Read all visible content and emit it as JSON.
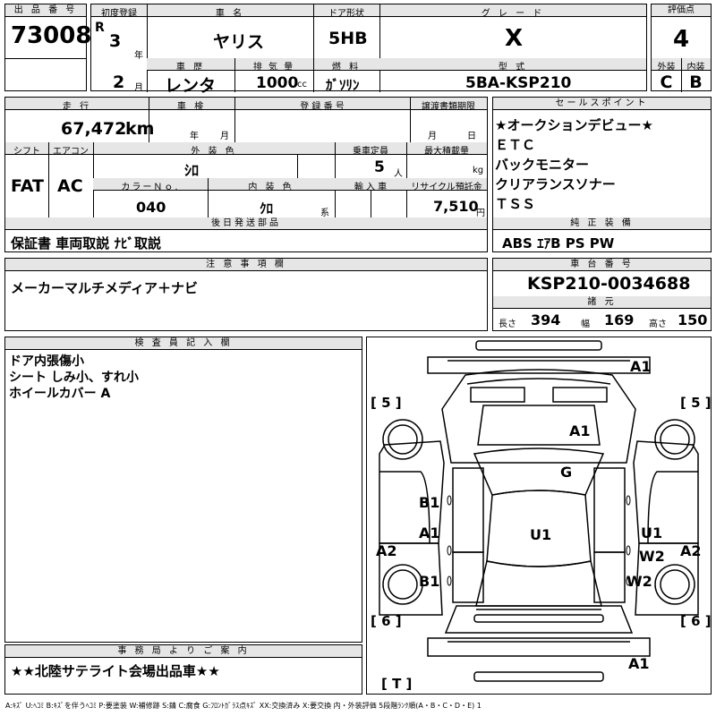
{
  "labels": {
    "lot_no": "出 品 番 号",
    "first_reg": "初度登録",
    "car_name": "車  名",
    "door": "ドア形状",
    "grade": "グ レ ー ド",
    "score": "評価点",
    "history": "車  歴",
    "displacement": "排 気 量",
    "fuel": "燃  料",
    "model_type": "型  式",
    "exterior": "外装",
    "interior": "内装",
    "mileage": "走  行",
    "inspection": "車  検",
    "reg_no": "登 録 番 号",
    "transfer": "譲渡書類期限",
    "sales_point": "セールスポイント",
    "shift": "シフト",
    "aircon": "エアコン",
    "ext_color": "外 装 色",
    "capacity": "乗車定員",
    "max_load": "最大積載量",
    "color_no": "カラーＮｏ.",
    "int_color": "内 装 色",
    "import": "輸 入 車",
    "recycle": "リサイクル預託金",
    "later_parts": "後日発送部品",
    "genuine": "純 正 装 備",
    "notes": "注 意 事 項 欄",
    "chassis": "車 台 番 号",
    "specs": "諸  元",
    "inspector": "検 査 員 記 入 欄",
    "office": "事 務 局 よ り ご 案 内"
  },
  "units": {
    "year": "年",
    "month": "月",
    "cc": "cc",
    "km": "km",
    "person": "人",
    "kg": "kg",
    "kei": "系",
    "yen": "円",
    "length": "長さ",
    "width": "幅",
    "height": "高さ"
  },
  "vehicle": {
    "lot_no": "73008",
    "era": "R",
    "reg_year": "3",
    "reg_month": "2",
    "car_name": "ヤリス",
    "door": "5HB",
    "grade": "X",
    "score": "4",
    "history": "レンタ",
    "displacement": "1000",
    "fuel": "ｶﾞｿﾘﾝ",
    "model_type": "5BA-KSP210",
    "ext_grade": "C",
    "int_grade": "B",
    "mileage": "67,472",
    "shift": "FAT",
    "aircon": "AC",
    "ext_color": "ｼﾛ",
    "capacity": "5",
    "color_no": "040",
    "int_color": "ｸﾛ",
    "recycle": "7,510",
    "later_parts": "保証書 車両取説 ﾅﾋﾞ取説",
    "genuine": "ABS ｴｱB PS PW",
    "notes": "メーカーマルチメディア＋ナビ",
    "chassis": "KSP210-0034688",
    "length": "394",
    "width": "169",
    "height": "150"
  },
  "sales_points": [
    "★オークションデビュー★",
    "ＥＴＣ",
    "バックモニター",
    "クリアランスソナー",
    "ＴＳＳ"
  ],
  "inspector_notes": [
    "ドア内張傷小",
    "シート しみ小、すれ小",
    "ホイールカバー A"
  ],
  "office_note": "★★北陸サテライト会場出品車★★",
  "diagram": {
    "front_bumper": "A1",
    "rear_bumper": "A1",
    "hood": "A1",
    "windshield": "G",
    "roof": "U1",
    "left_front_fender": "B1",
    "left_front_door": "A1",
    "left_rear_quarter": "A2",
    "left_rear_door": "B1",
    "right_front_door": "U1",
    "right_front_door_2": "W2",
    "right_rear_quarter": "A2",
    "right_rear_door": "W2",
    "tire_lf": "[ 5 ]",
    "tire_rf": "[ 5 ]",
    "tire_lr": "[ 6 ]",
    "tire_rr": "[ 6 ]",
    "tire_t": "[ T ]",
    "marks": "0"
  },
  "legend": "A:ｷｽﾞ U:ﾍｺﾐ B:ｷｽﾞを伴うﾍｺﾐ P:要塗装 W:補修跡 S:錆 C:腐食 G:ﾌﾛﾝﾄｶﾞﾗｽ点ｷｽﾞ XX:交換済み X:要交換  内・外装評価 5段階ﾗﾝｸ順(A・B・C・D・E) 1"
}
